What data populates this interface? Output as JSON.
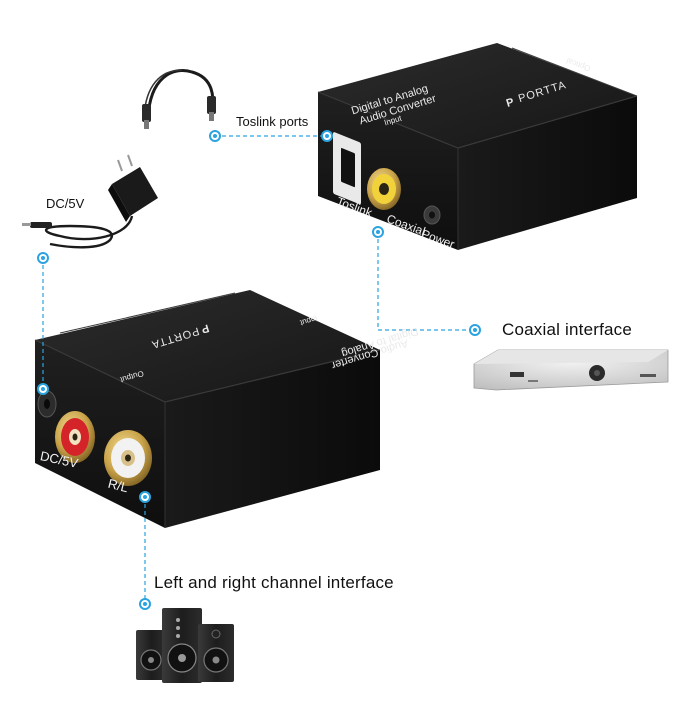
{
  "brand": {
    "name": "PORTTA",
    "mark": "P"
  },
  "device_text": {
    "product_line1": "Digital  to  Analog",
    "product_line2": "Audio Converter",
    "input_label": "Input",
    "output_label": "Output",
    "optical_label": "Optical"
  },
  "callouts": {
    "toslink_ports": "Toslink ports",
    "dc_5v": "DC/5V",
    "coaxial_interface": "Coaxial  interface",
    "left_right_channel": "Left and right channel interface"
  },
  "port_labels": {
    "toslink": "Toslink",
    "coaxial": "Coaxial",
    "power": "Power",
    "dc_5v": "DC/5V",
    "rl": "R/L"
  },
  "colors": {
    "callout_dot": "#2aa3e0",
    "body_dark": "#141414",
    "rca_red": "#d4242a",
    "rca_white": "#f2f2f2",
    "rca_yellow": "#f1d23a",
    "gold": "#c9a248"
  }
}
